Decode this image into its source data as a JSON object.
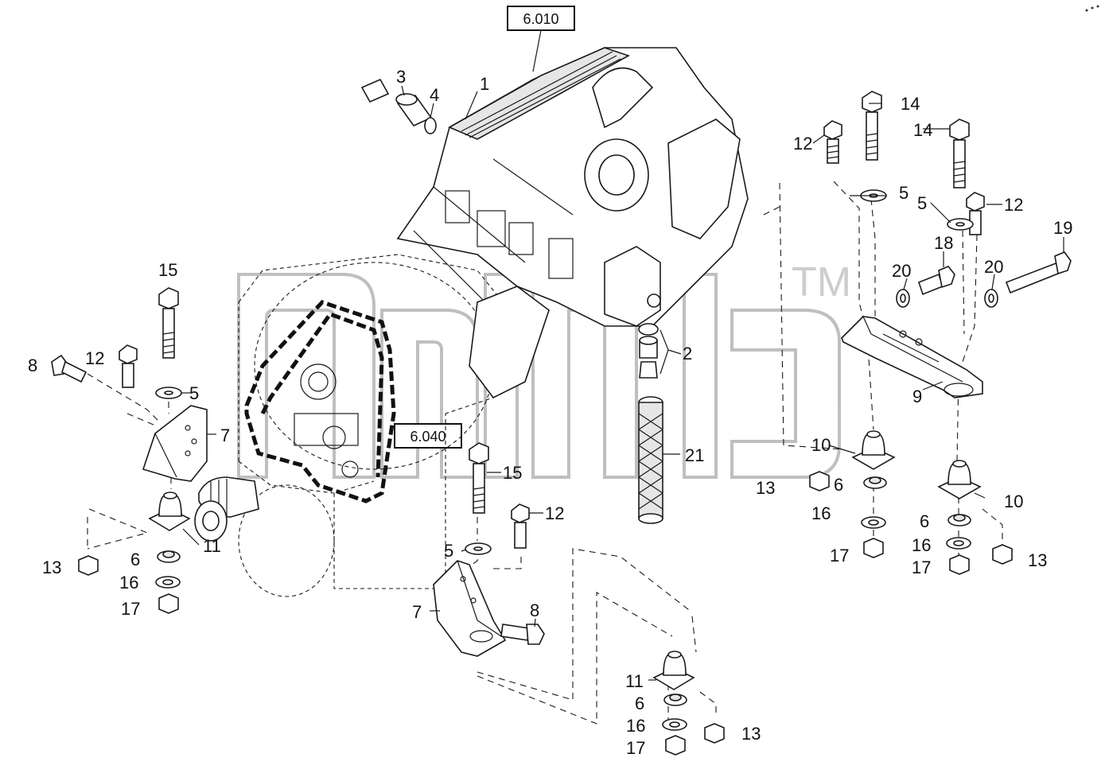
{
  "diagram": {
    "ref_boxes": [
      "6.010",
      "6.040"
    ],
    "watermark": {
      "brand_text": "",
      "tm": "TM"
    },
    "callouts": {
      "c1": "1",
      "c2": "2",
      "c3": "3",
      "c4": "4",
      "c5a": "5",
      "c5b": "5",
      "c5c": "5",
      "c5d": "5",
      "c6a": "6",
      "c6b": "6",
      "c6c": "6",
      "c6d": "6",
      "c7a": "7",
      "c7b": "7",
      "c8a": "8",
      "c8b": "8",
      "c9": "9",
      "c10a": "10",
      "c10b": "10",
      "c11a": "11",
      "c11b": "11",
      "c12a": "12",
      "c12b": "12",
      "c12c": "12",
      "c12d": "12",
      "c13a": "13",
      "c13b": "13",
      "c13c": "13",
      "c13d": "13",
      "c14a": "14",
      "c14b": "14",
      "c15a": "15",
      "c15b": "15",
      "c16a": "16",
      "c16b": "16",
      "c16c": "16",
      "c16d": "16",
      "c17a": "17",
      "c17b": "17",
      "c17c": "17",
      "c17d": "17",
      "c18": "18",
      "c19": "19",
      "c20a": "20",
      "c20b": "20",
      "c21": "21"
    },
    "colors": {
      "line": "#1a1a1a",
      "watermark": "#b9b9b9",
      "background": "#ffffff"
    }
  }
}
